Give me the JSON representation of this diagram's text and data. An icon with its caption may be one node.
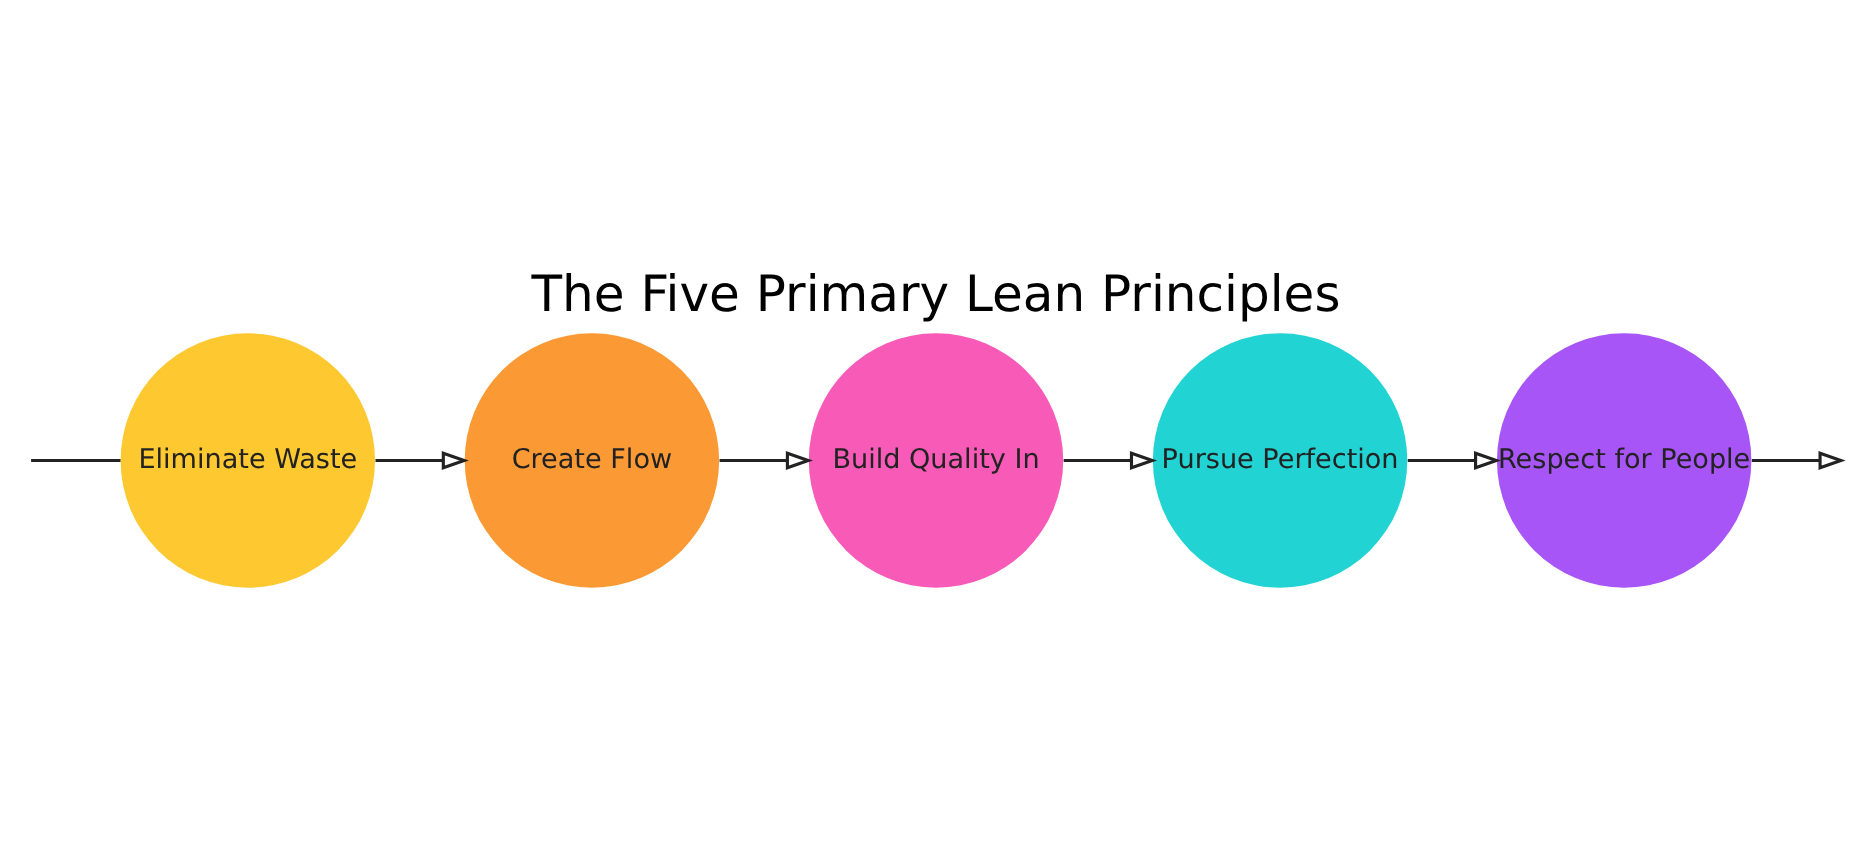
{
  "diagram": {
    "title": "The Five Primary Lean Principles",
    "nodes": [
      {
        "text": [
          "Eliminate Waste"
        ]
      },
      {
        "text": [
          "Create Flow"
        ]
      },
      {
        "text": [
          "Build Quality In"
        ]
      },
      {
        "text": [
          "Pursue Perfection"
        ]
      },
      {
        "text": [
          "Respect for People"
        ]
      }
    ],
    "edges": [
      {
        "from": null,
        "to": 0,
        "arrow": "none"
      },
      {
        "from": 0,
        "to": 1,
        "arrow": "to"
      },
      {
        "from": 1,
        "to": 2,
        "arrow": "to"
      },
      {
        "from": 2,
        "to": 3,
        "arrow": "to"
      },
      {
        "from": 3,
        "to": 4,
        "arrow": "to"
      },
      {
        "from": 4,
        "to": null,
        "arrow": "to"
      }
    ]
  }
}
